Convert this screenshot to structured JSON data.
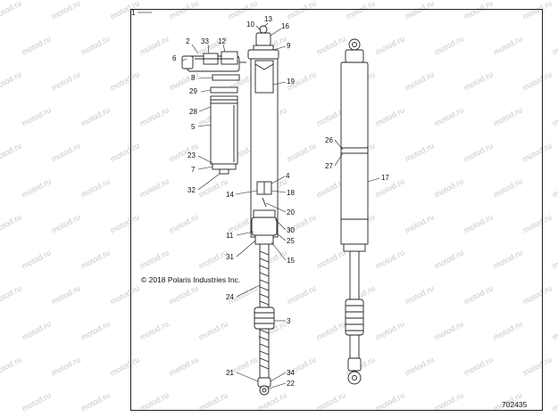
{
  "watermark": "motod.ru",
  "copyright": "© 2018 Polaris Industries Inc.",
  "drawing_number": "702435",
  "callouts": {
    "c1": "1",
    "c2": "2",
    "c3": "3",
    "c4": "4",
    "c5": "5",
    "c6": "6",
    "c7": "7",
    "c8": "8",
    "c9": "9",
    "c10": "10",
    "c11": "11",
    "c12": "12",
    "c13": "13",
    "c14": "14",
    "c15": "15",
    "c16": "16",
    "c17": "17",
    "c18": "18",
    "c19": "19",
    "c20": "20",
    "c21": "21",
    "c22": "22",
    "c23": "23",
    "c24": "24",
    "c25": "25",
    "c26": "26",
    "c27": "27",
    "c28": "28",
    "c29": "29",
    "c30": "30",
    "c31": "31",
    "c32": "32",
    "c33": "33",
    "c34": "34"
  }
}
